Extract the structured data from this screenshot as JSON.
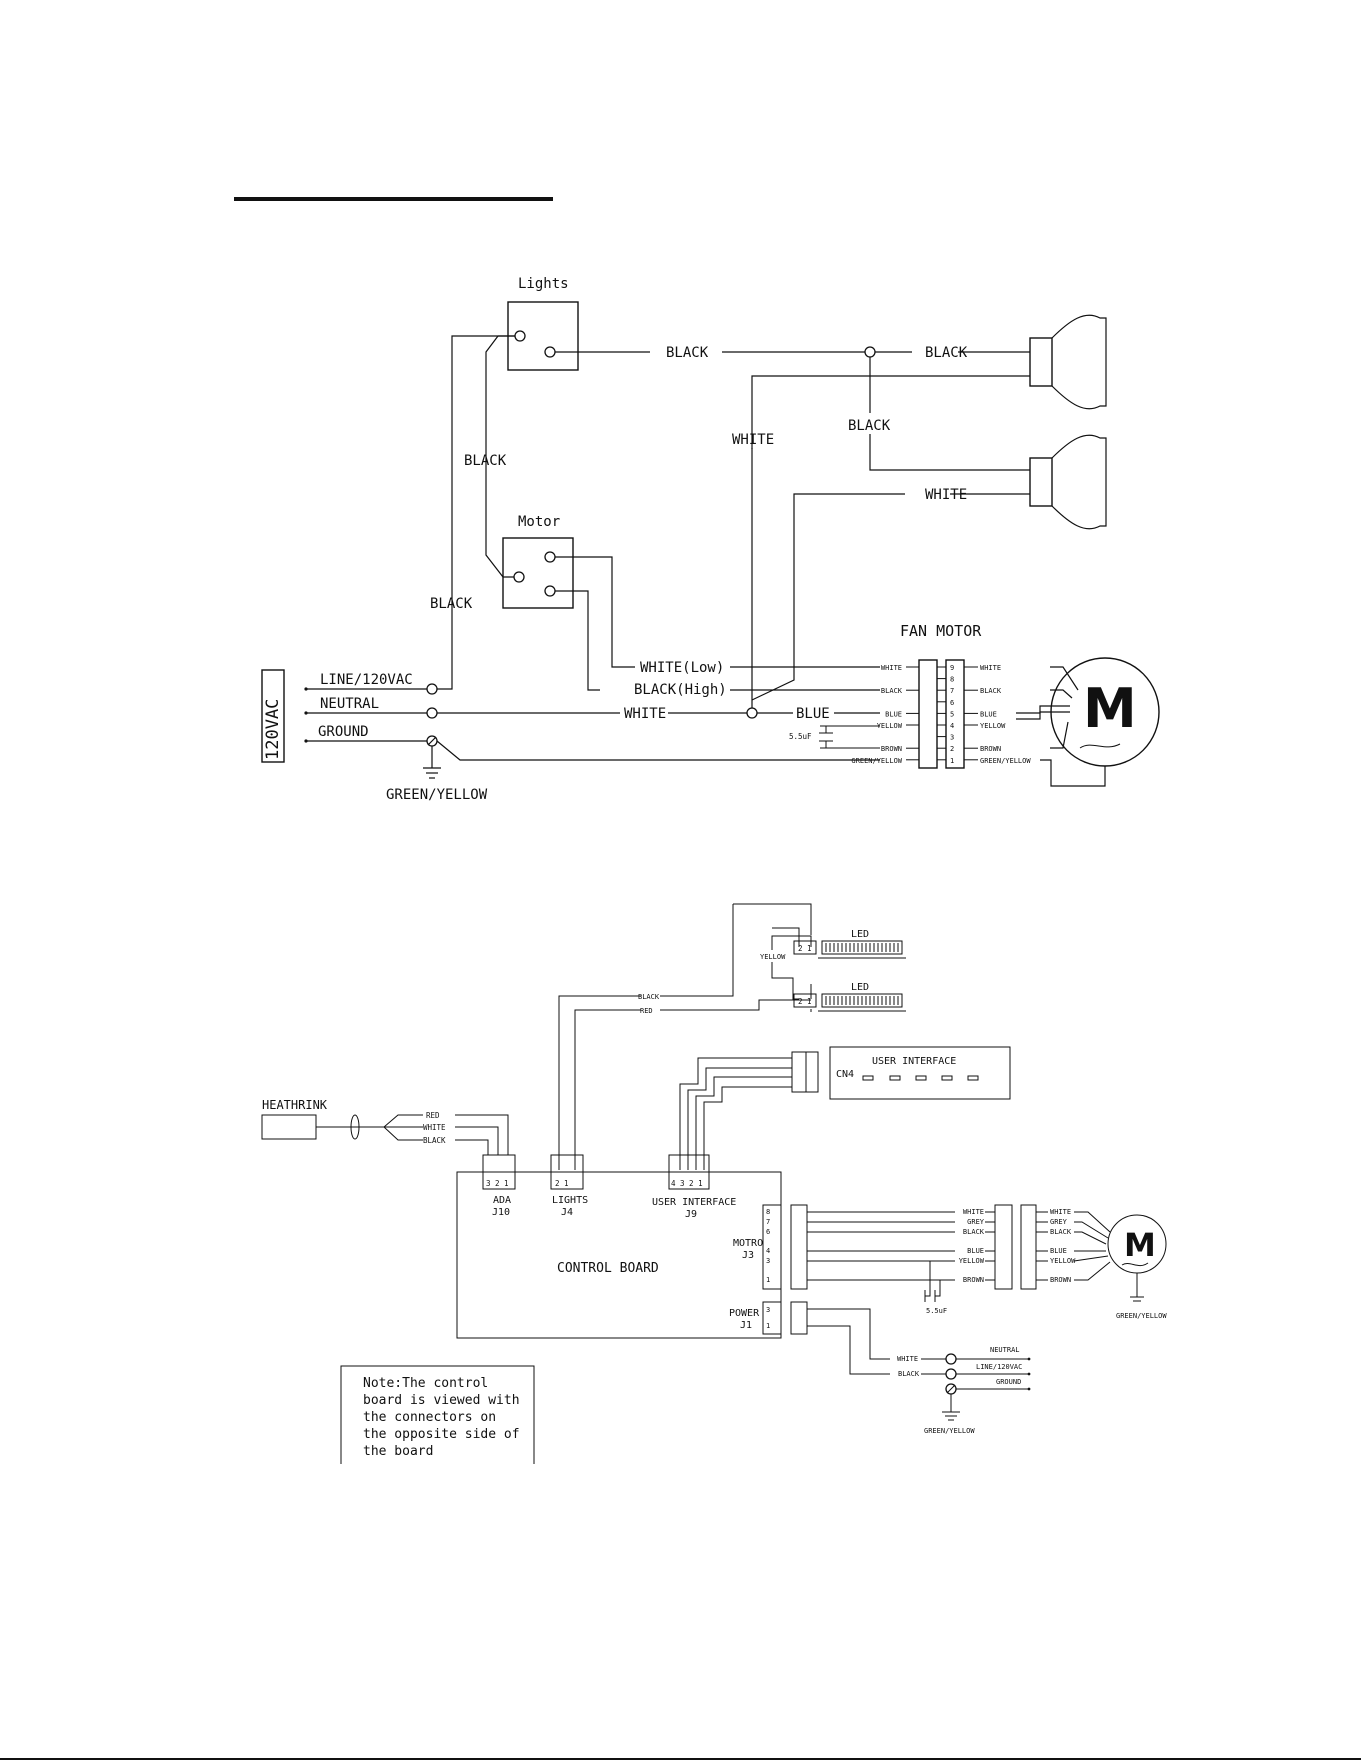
{
  "diagram1": {
    "supply_label": "120VAC",
    "lights_switch": "Lights",
    "motor_switch": "Motor",
    "fan_motor_title": "FAN MOTOR",
    "motor_symbol": "M",
    "line": "LINE/120VAC",
    "neutral": "NEUTRAL",
    "ground": "GROUND",
    "ground_wire": "GREEN/YELLOW",
    "wire_black": "BLACK",
    "wire_white": "WHITE",
    "wire_white_low": "WHITE(Low)",
    "wire_black_high": "BLACK(High)",
    "wire_blue": "BLUE",
    "capacitor": "5.5uF",
    "plug_left": [
      "WHITE",
      "BLACK",
      "BLUE",
      "YELLOW",
      "BROWN",
      "GREEN/YELLOW"
    ],
    "plug_right": [
      "WHITE",
      "BLACK",
      "BLUE",
      "YELLOW",
      "BROWN",
      "GREEN/YELLOW"
    ],
    "pins": [
      "9",
      "8",
      "7",
      "6",
      "5",
      "4",
      "3",
      "2",
      "1"
    ]
  },
  "diagram2": {
    "led": "LED",
    "yellow": "YELLOW",
    "black": "BLACK",
    "red": "RED",
    "user_interface": "USER INTERFACE",
    "cn4": "CN4",
    "heathrink": "HEATHRINK",
    "sensor_wires": [
      "RED",
      "WHITE",
      "BLACK"
    ],
    "control_board": "CONTROL BOARD",
    "ada": "ADA",
    "j10": "J10",
    "lights": "LIGHTS",
    "j4": "J4",
    "ui_conn": "USER INTERFACE",
    "j9": "J9",
    "motro": "MOTRO",
    "j3": "J3",
    "power": "POWER",
    "j1": "J1",
    "motor_left": [
      "WHITE",
      "GREY",
      "BLACK",
      "BLUE",
      "YELLOW",
      "BROWN"
    ],
    "motor_right": [
      "WHITE",
      "GREY",
      "BLACK",
      "BLUE",
      "YELLOW",
      "BROWN"
    ],
    "capacitor": "5.5uF",
    "motor_symbol": "M",
    "motor_ground": "GREEN/YELLOW",
    "power_white": "WHITE",
    "power_black": "BLACK",
    "neutral": "NEUTRAL",
    "line": "LINE/120VAC",
    "ground": "GROUND",
    "ground_wire": "GREEN/YELLOW",
    "note": [
      "Note:The  control",
      "board is viewed with",
      "the connectors on",
      "the opposite side of",
      "the board"
    ]
  }
}
